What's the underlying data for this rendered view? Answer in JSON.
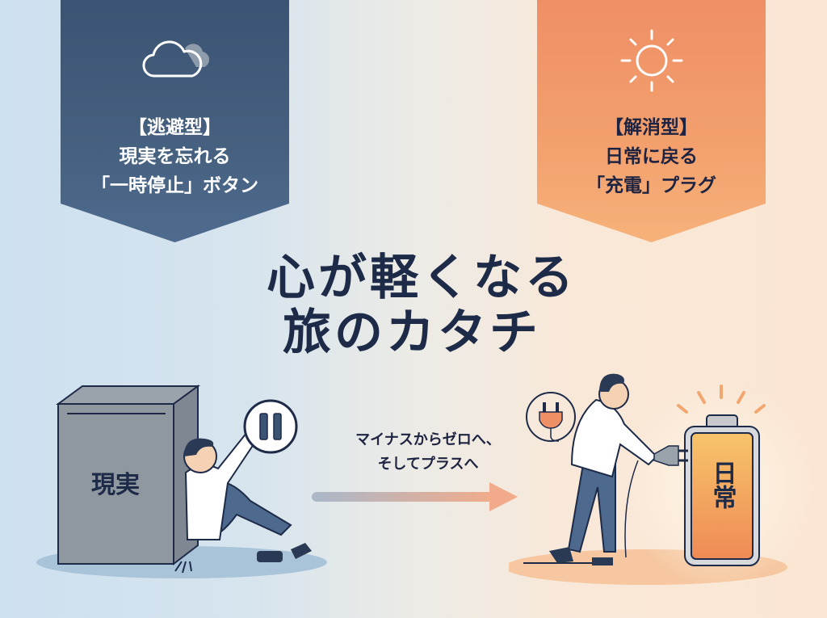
{
  "title": {
    "line1": "心が軽くなる",
    "line2": "旅のカタチ"
  },
  "left_banner": {
    "icon": "cloud-icon",
    "line1": "【逃避型】",
    "line2": "現実を忘れる",
    "line3": "「一時停止」ボタン",
    "color": "#3c5473"
  },
  "right_banner": {
    "icon": "sun-icon",
    "line1": "【解消型】",
    "line2": "日常に戻る",
    "line3": "「充電」プラグ",
    "color": "#ef8f66"
  },
  "transition": {
    "line1": "マイナスからゼロへ、",
    "line2": "そしてプラスへ"
  },
  "left_scene": {
    "block_label": "現実",
    "pause_icon": "pause-icon"
  },
  "right_scene": {
    "battery_label": "日常",
    "plug_icon": "plug-icon"
  }
}
